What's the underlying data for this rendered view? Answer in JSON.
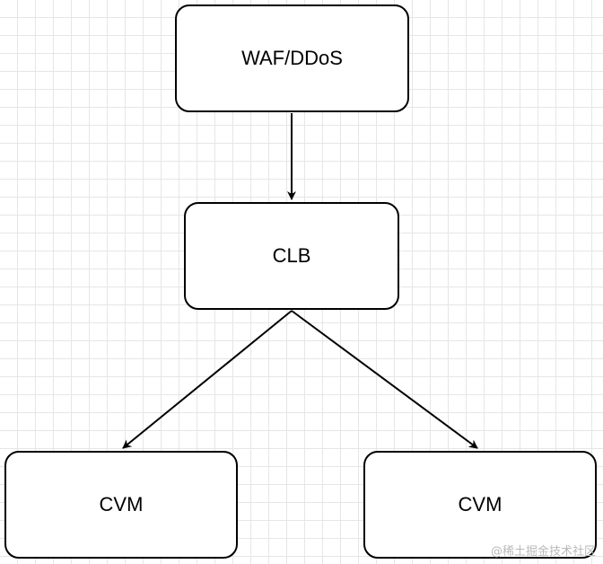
{
  "nodes": {
    "waf": "WAF/DDoS",
    "clb": "CLB",
    "cvm_left": "CVM",
    "cvm_right": "CVM"
  },
  "edges": [
    {
      "from": "waf",
      "to": "clb"
    },
    {
      "from": "clb",
      "to": "cvm_left"
    },
    {
      "from": "clb",
      "to": "cvm_right"
    }
  ],
  "watermark": "@稀土掘金技术社区",
  "colors": {
    "stroke": "#000000",
    "grid": "#e6e6e6",
    "node_fill": "#ffffff",
    "watermark": "#b9b9b9"
  }
}
